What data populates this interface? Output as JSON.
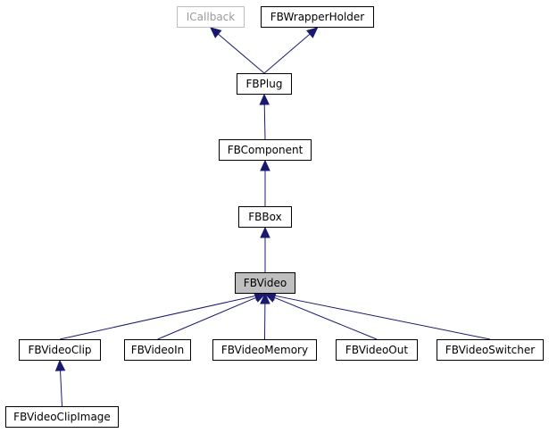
{
  "colors": {
    "edge": "#191970",
    "node_border": "#000000",
    "external_border": "#bfbfbf",
    "external_text": "#9a9a9a",
    "current_fill": "#bfbfbf"
  },
  "nodes": {
    "icallback": "ICallback",
    "fbwrapperholder": "FBWrapperHolder",
    "fbplug": "FBPlug",
    "fbcomponent": "FBComponent",
    "fbbox": "FBBox",
    "fbvideo": "FBVideo",
    "fbvideoclip": "FBVideoClip",
    "fbvideoin": "FBVideoIn",
    "fbvideomemory": "FBVideoMemory",
    "fbvideoout": "FBVideoOut",
    "fbvideoswitcher": "FBVideoSwitcher",
    "fbvideoclipimage": "FBVideoClipImage"
  },
  "edges": [
    [
      "fbplug",
      "icallback"
    ],
    [
      "fbplug",
      "fbwrapperholder"
    ],
    [
      "fbcomponent",
      "fbplug"
    ],
    [
      "fbbox",
      "fbcomponent"
    ],
    [
      "fbvideo",
      "fbbox"
    ],
    [
      "fbvideoclip",
      "fbvideo"
    ],
    [
      "fbvideoin",
      "fbvideo"
    ],
    [
      "fbvideomemory",
      "fbvideo"
    ],
    [
      "fbvideoout",
      "fbvideo"
    ],
    [
      "fbvideoswitcher",
      "fbvideo"
    ],
    [
      "fbvideoclipimage",
      "fbvideoclip"
    ]
  ]
}
